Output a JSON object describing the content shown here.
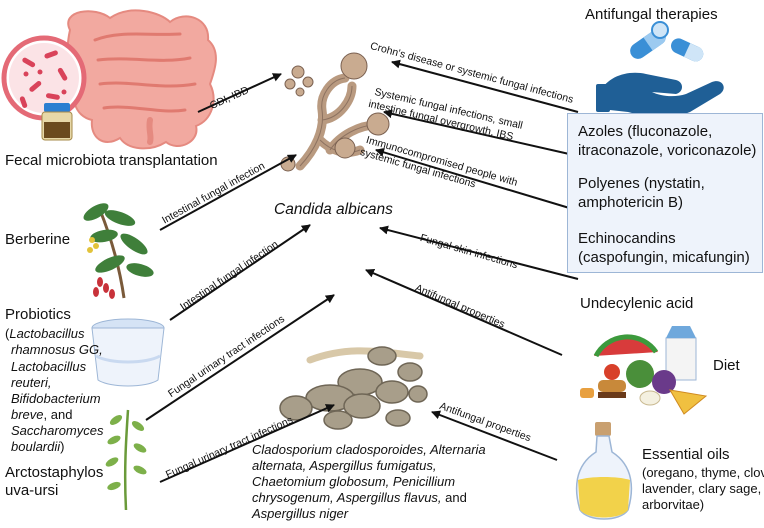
{
  "headings": {
    "antifungal_therapies": "Antifungal therapies",
    "candida": "Candida albicans",
    "fmt": "Fecal microbiota transplantation",
    "berberine": "Berberine",
    "probiotics": "Probiotics",
    "probiotics_open": "(",
    "lgg_1": "Lactobacillus",
    "lgg_2": "rhamnosus GG,",
    "lreu_1": "Lactobacillus",
    "lreu_2": "reuteri,",
    "bifi_1": "Bifidobacterium",
    "bifi_2": "breve",
    "bifi_and": ", and",
    "sacc_1": "Saccharomyces",
    "sacc_2": "boulardii",
    "probiotics_close": ")",
    "arcto_1": "Arctostaphylos",
    "arcto_2": "uva-ursi",
    "undecylenic": "Undecylenic acid",
    "diet": "Diet",
    "essential_oils": "Essential oils",
    "eo_1": "(oregano, thyme, clove,",
    "eo_2": "lavender, clary sage, and",
    "eo_3": "arborvitae)"
  },
  "therapies": {
    "azoles_1": "Azoles (fluconazole,",
    "azoles_2": "itraconazole, voriconazole)",
    "polyenes_1": "Polyenes (nystatin,",
    "polyenes_2": "amphotericin B)",
    "echino_1": "Echinocandins",
    "echino_2": "(caspofungin, micafungin)"
  },
  "molds": {
    "line1": "Cladosporium cladosporoides, Alternaria",
    "line2": "alternata, Aspergillus fumigatus,",
    "line3": "Chaetomium globosum, Penicillium",
    "line4": "chrysogenum, Aspergillus flavus,",
    "line4_and": " and",
    "line5": "Aspergillus niger"
  },
  "arrow_labels": {
    "cdi": "CDI, IBD",
    "crohn": "Crohn's disease or systemic fungal infections",
    "systemic_1": "Systemic fungal infections, small",
    "systemic_2": "intestine fungal overgrowth, IBS",
    "immuno_1": "Immunocompromised people with",
    "immuno_2": "systemic fungal infections",
    "berberine_intestinal": "Intestinal fungal infection",
    "probiotic_intestinal": "Intestinal fungal infection",
    "probiotic_urinary": "Fungal urinary tract infections",
    "arcto_urinary": "Fungal urinary tract infections",
    "skin": "Fungal skin infections",
    "undec_antifungal": "Antifungal properties",
    "oils_antifungal": "Antifungal properties"
  },
  "icons": [
    "intestine-icon",
    "magnifier-microbe-icon",
    "stool-jar-icon",
    "hand-pills-icon",
    "candida-hyphae-icon",
    "mold-colony-icon",
    "berberis-plant-icon",
    "yogurt-cup-icon",
    "bearberry-plant-icon",
    "food-platter-icon",
    "oil-bottle-icon"
  ],
  "colors": {
    "therapy_box": "#eef3fb",
    "therapy_border": "#9db6d6",
    "hand": "#1f5f96",
    "pill": "#3a8fd6",
    "fungus": "#b99a80",
    "mold": "#a89e8a",
    "arrow": "#111111"
  }
}
